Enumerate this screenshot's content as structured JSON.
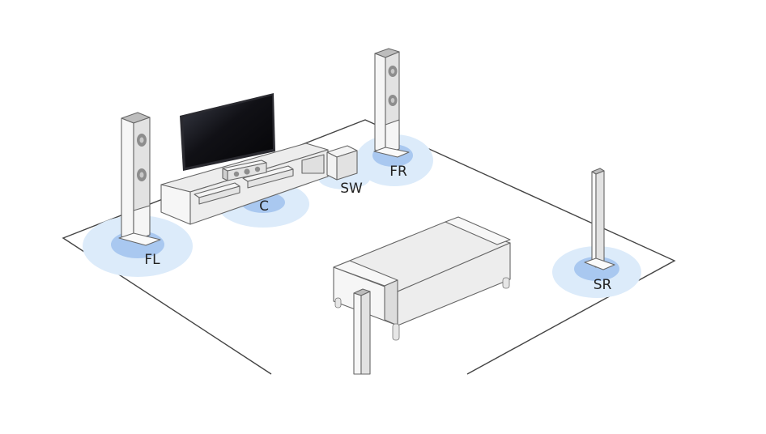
{
  "colors": {
    "glow_outer": "#dcebfa",
    "glow_inner": "#a9c8f0",
    "speaker_front": "#e2e2e2",
    "speaker_side": "#f6f6f6",
    "driver": "#8d8d8d",
    "furniture": "#ededed",
    "screen": "#121218",
    "floor_line": "#444444",
    "label": "#222222"
  },
  "speakers": {
    "fl": {
      "label": "FL"
    },
    "c": {
      "label": "C"
    },
    "sw": {
      "label": "SW"
    },
    "fr": {
      "label": "FR"
    },
    "sr": {
      "label": "SR"
    }
  }
}
